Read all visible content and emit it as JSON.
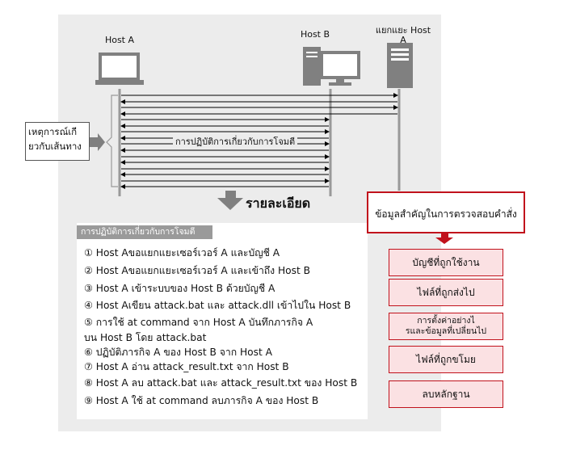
{
  "hosts": {
    "host_a": "Host A",
    "host_b": "Host B",
    "server_line1": "แยกแยะ Host",
    "server_line2": "A"
  },
  "event_box": {
    "line1": "เหตุการณ์เกี",
    "line2": "ยวกับเส้นทาง"
  },
  "operations_label": "การปฏิบัติการเกี่ยวกับการโจมตี",
  "detail_label": "รายละเอียด",
  "detail": {
    "title": "การปฏิบัติการเกี่ยวกับการโจมตี",
    "steps": [
      {
        "text": "① Host Aขอแยกแยะเซอร์เวอร์ A และบัญชี A"
      },
      {
        "text": "② Host Aขอแยกแยะเซอร์เวอร์ A และเข้าถึง Host B"
      },
      {
        "text": "③ Host A เข้าระบบของ Host B ด้วยบัญชี A"
      },
      {
        "text": "④ Host Aเขียน attack.bat และ attack.dll เข้าไปใน Host B"
      },
      {
        "text": "⑤ การใช้ at command จาก Host A  บันทึกภารกิจ A"
      },
      {
        "text": "    บน Host B โดย attack.bat"
      },
      {
        "text": "⑥  ปฏิบัติภารกิจ A ของ Host B จาก Host A"
      },
      {
        "text": "⑦ Host A อ่าน attack_result.txt จาก Host B"
      },
      {
        "text": "⑧ Host A ลบ attack.bat และ attack_result.txt ของ Host B"
      },
      {
        "text": "⑨ Host A ใช้ at command ลบภารกิจ A ของ Host B"
      }
    ]
  },
  "key_info": {
    "title": "ข้อมูลสำคัญในการตรวจสอบคำสั่ง",
    "items": [
      {
        "line1": "บัญชีที่ถูกใช้งาน",
        "line2": ""
      },
      {
        "line1": "ไฟล์ที่ถูกส่งไป",
        "line2": ""
      },
      {
        "line1": "การตั้งค่าอย่างไ",
        "line2": "รและข้อมูลที่เปลี่ยนไป"
      },
      {
        "line1": "ไฟล์ที่ถูกขโมย",
        "line2": ""
      },
      {
        "line1": "ลบหลักฐาน",
        "line2": ""
      }
    ]
  },
  "colors": {
    "panel": "#ececec",
    "accent_red": "#c1121c",
    "pink": "#fbe1e3",
    "icon_gray": "#808080"
  },
  "arrows": [
    {
      "from": "A",
      "to": "S"
    },
    {
      "from": "S",
      "to": "A"
    },
    {
      "from": "A",
      "to": "S"
    },
    {
      "from": "S",
      "to": "A"
    },
    {
      "from": "A",
      "to": "B"
    },
    {
      "from": "B",
      "to": "A"
    },
    {
      "from": "A",
      "to": "B"
    },
    {
      "from": "B",
      "to": "A"
    },
    {
      "from": "A",
      "to": "B"
    },
    {
      "from": "B",
      "to": "A"
    },
    {
      "from": "A",
      "to": "B"
    },
    {
      "from": "B",
      "to": "A"
    },
    {
      "from": "A",
      "to": "B"
    },
    {
      "from": "B",
      "to": "A"
    },
    {
      "from": "A",
      "to": "B"
    },
    {
      "from": "B",
      "to": "A"
    }
  ]
}
